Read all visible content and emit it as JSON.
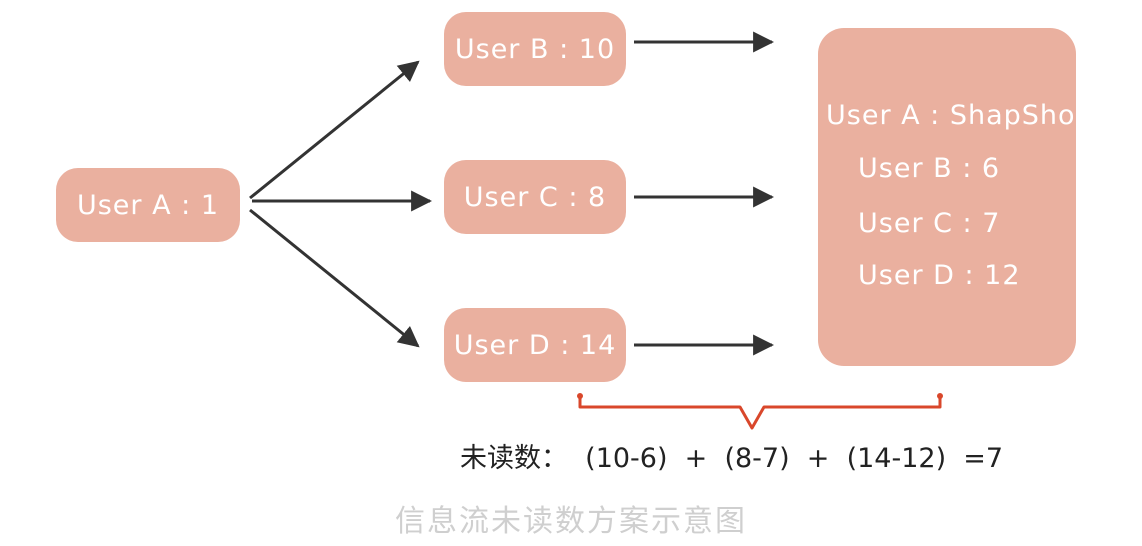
{
  "nodes": {
    "user_a": "User A : 1",
    "user_b": "User B : 10",
    "user_c": "User C : 8",
    "user_d": "User D : 14"
  },
  "snapshot": {
    "title": "User A : ShapShot",
    "lines": [
      "User B : 6",
      "User C : 7",
      "User D : 12"
    ]
  },
  "formula": "未读数：  (10-6)  +  (8-7)  +  (14-12)  =7",
  "caption": "信息流未读数方案示意图",
  "colors": {
    "node_fill": "#eab09f",
    "arrow": "#333333",
    "brace": "#d9472b"
  }
}
